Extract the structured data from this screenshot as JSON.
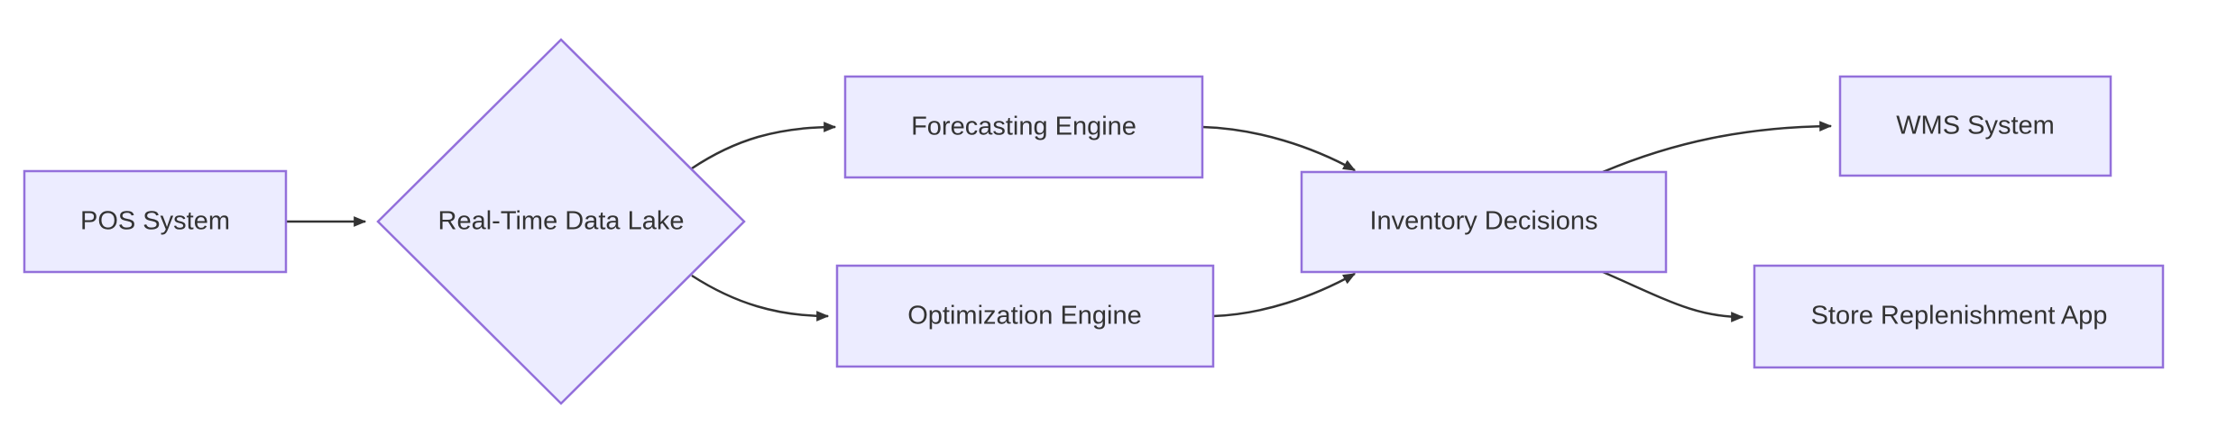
{
  "diagram": {
    "type": "flowchart",
    "direction": "left-to-right",
    "colors": {
      "background": "#ffffff",
      "node_fill": "#ECECFF",
      "node_border": "#9370DB",
      "edge_stroke": "#333333",
      "text": "#333333"
    },
    "nodes": [
      {
        "id": "pos",
        "label": "POS System",
        "shape": "rectangle"
      },
      {
        "id": "lake",
        "label": "Real-Time Data Lake",
        "shape": "diamond"
      },
      {
        "id": "forecast",
        "label": "Forecasting Engine",
        "shape": "rectangle"
      },
      {
        "id": "optimize",
        "label": "Optimization Engine",
        "shape": "rectangle"
      },
      {
        "id": "inventory",
        "label": "Inventory Decisions",
        "shape": "rectangle"
      },
      {
        "id": "wms",
        "label": "WMS System",
        "shape": "rectangle"
      },
      {
        "id": "store",
        "label": "Store Replenishment App",
        "shape": "rectangle"
      }
    ],
    "edges": [
      {
        "from": "POS System",
        "to": "Real-Time Data Lake"
      },
      {
        "from": "Real-Time Data Lake",
        "to": "Forecasting Engine"
      },
      {
        "from": "Real-Time Data Lake",
        "to": "Optimization Engine"
      },
      {
        "from": "Forecasting Engine",
        "to": "Inventory Decisions"
      },
      {
        "from": "Optimization Engine",
        "to": "Inventory Decisions"
      },
      {
        "from": "Inventory Decisions",
        "to": "WMS System"
      },
      {
        "from": "Inventory Decisions",
        "to": "Store Replenishment App"
      }
    ]
  }
}
